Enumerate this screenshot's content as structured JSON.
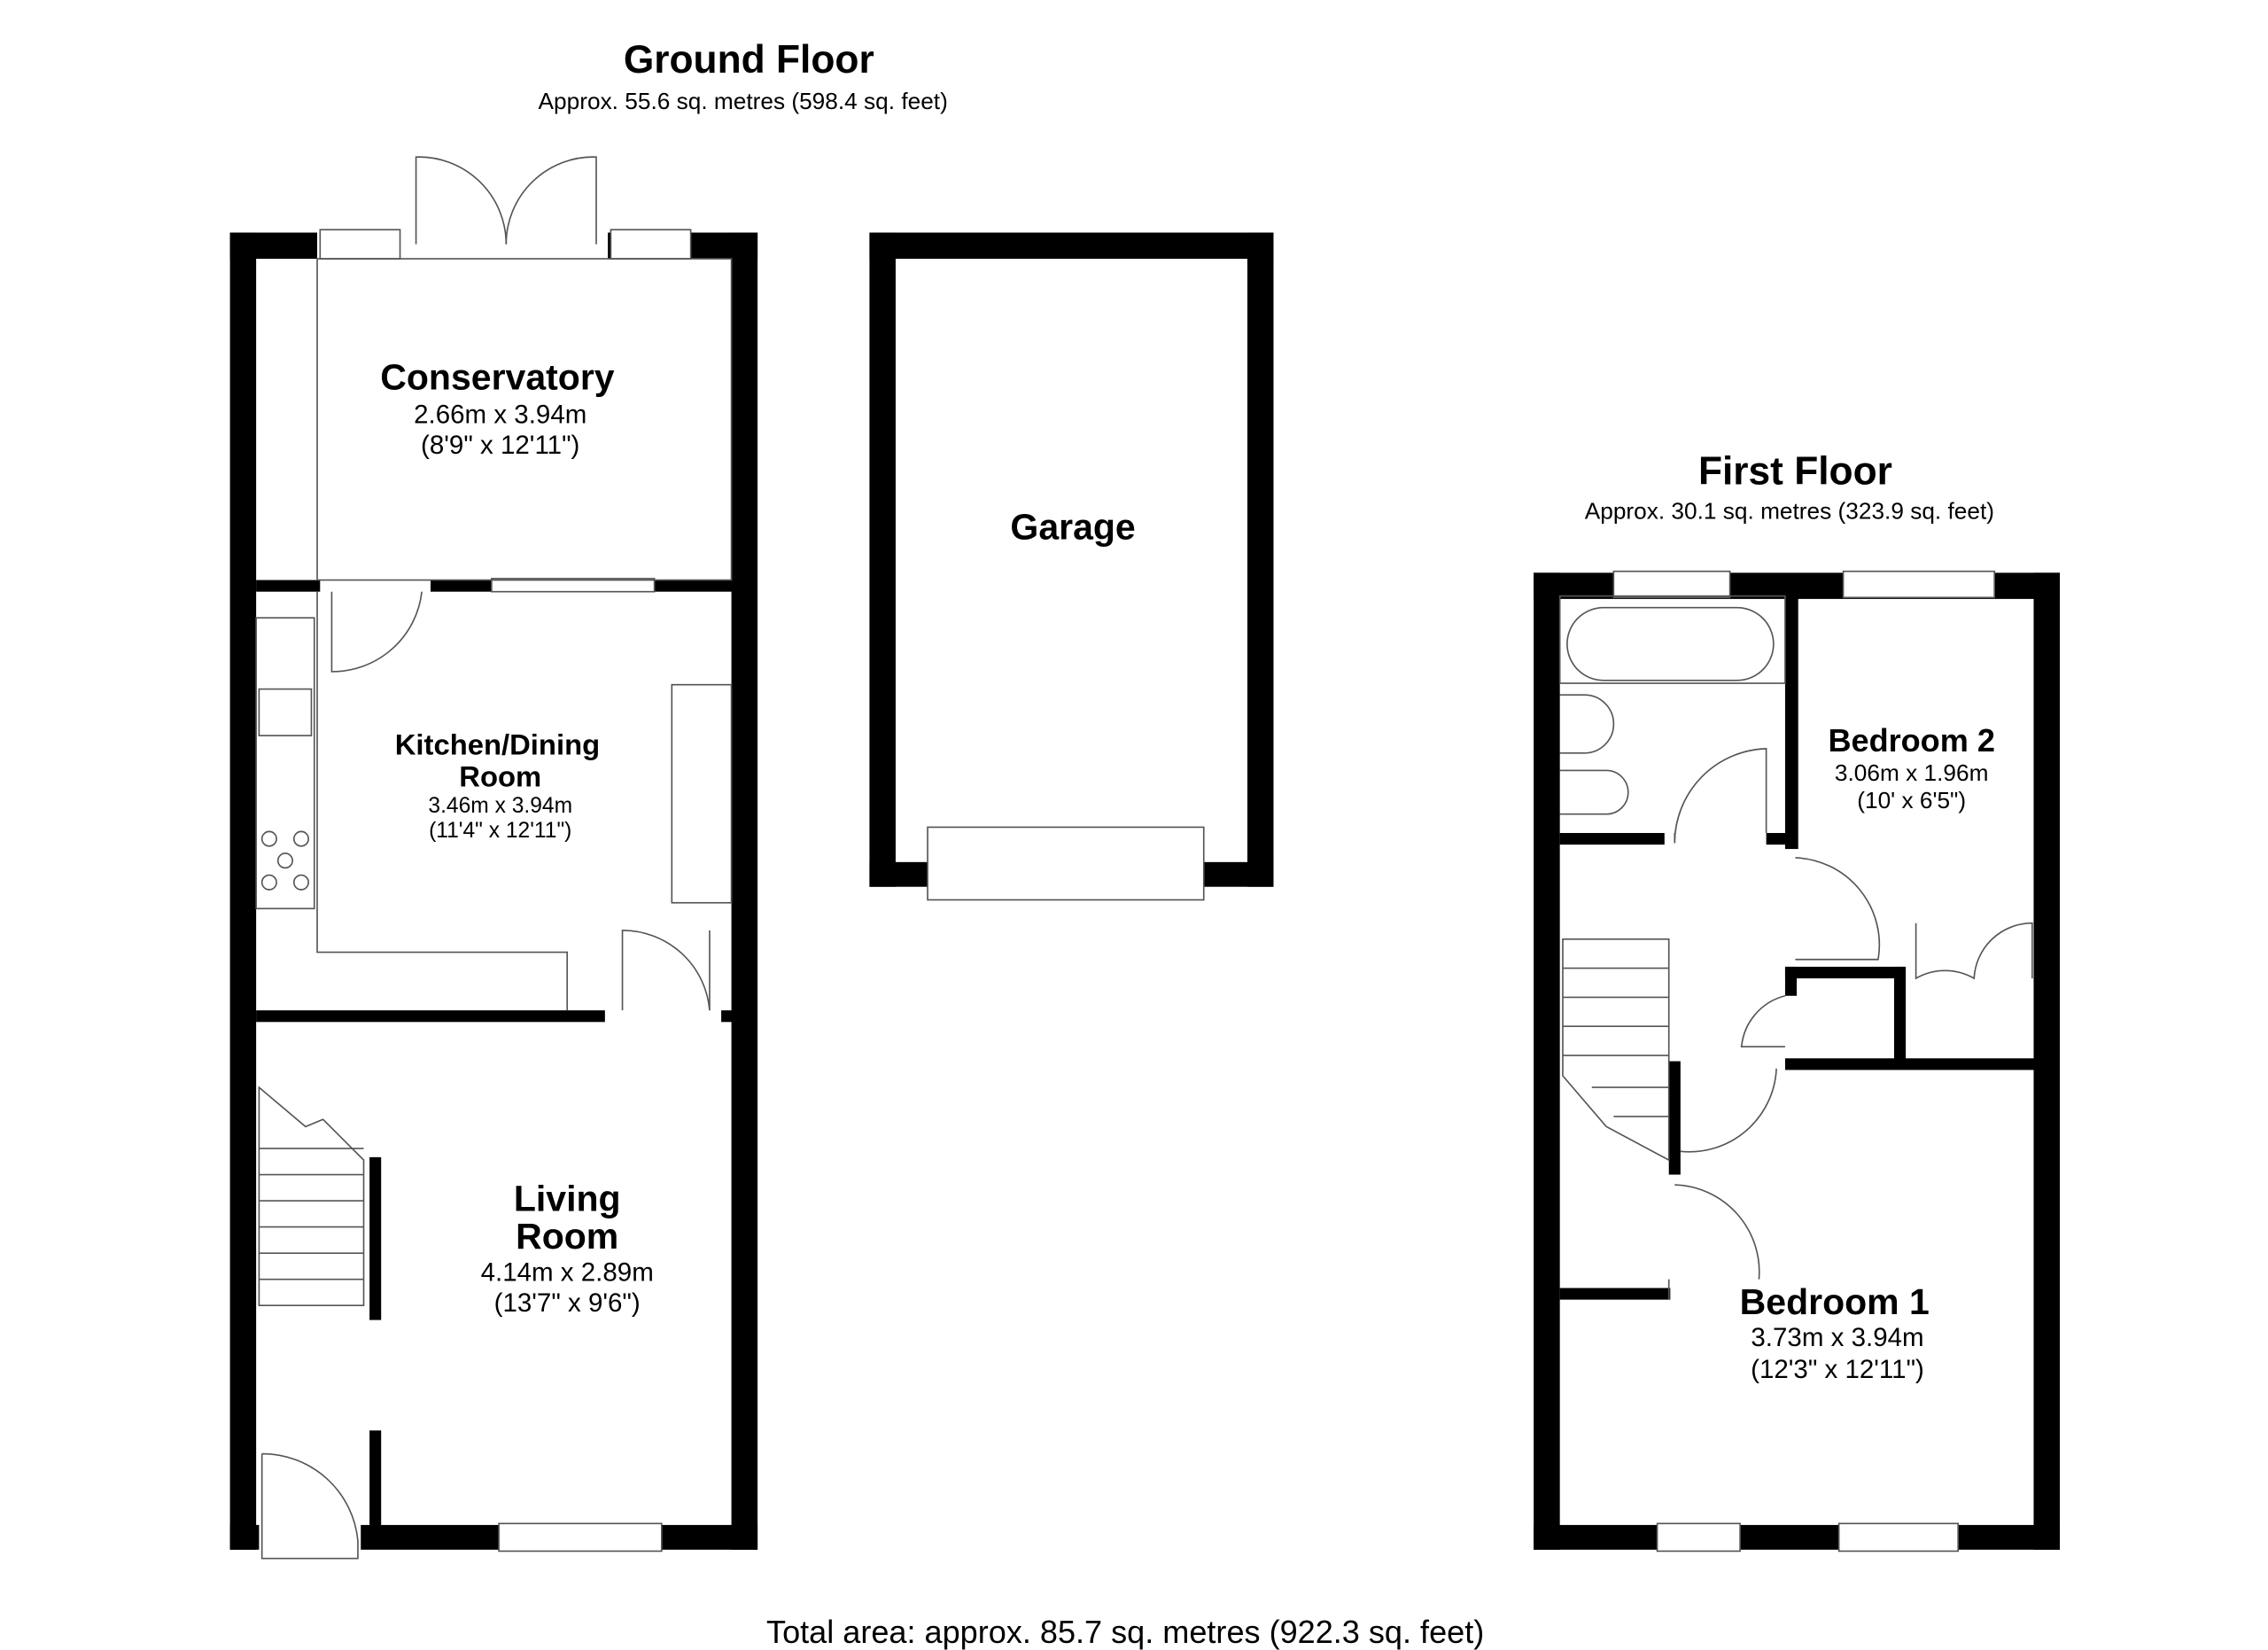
{
  "ground_floor": {
    "title": "Ground Floor",
    "area": "Approx. 55.6 sq. metres (598.4 sq. feet)",
    "rooms": [
      {
        "name": "Conservatory",
        "metric": "2.66m x 3.94m",
        "imperial": "(8'9\" x 12'11\")"
      },
      {
        "name_line1": "Kitchen/Dining",
        "name_line2": "Room",
        "metric": "3.46m x 3.94m",
        "imperial": "(11'4\" x 12'11\")"
      },
      {
        "name_line1": "Living",
        "name_line2": "Room",
        "metric": "4.14m x 2.89m",
        "imperial": "(13'7\" x 9'6\")"
      },
      {
        "name": "Garage"
      }
    ]
  },
  "first_floor": {
    "title": "First Floor",
    "area": "Approx. 30.1 sq. metres (323.9 sq. feet)",
    "rooms": [
      {
        "name": "Bedroom 2",
        "metric": "3.06m x 1.96m",
        "imperial": "(10' x 6'5\")"
      },
      {
        "name": "Bedroom 1",
        "metric": "3.73m x 3.94m",
        "imperial": "(12'3\" x 12'11\")"
      }
    ]
  },
  "total_area": "Total area: approx. 85.7 sq. metres (922.3 sq. feet)"
}
